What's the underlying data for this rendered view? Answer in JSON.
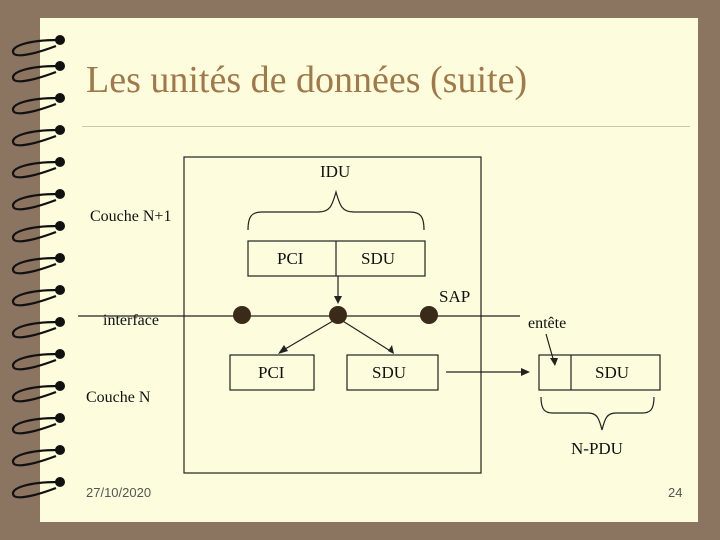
{
  "slide": {
    "title": "Les unités de données (suite)",
    "date": "27/10/2020",
    "page_number": "24"
  },
  "diagram": {
    "idu_label": "IDU",
    "layer_upper_label": "Couche N+1",
    "pci_upper_label": "PCI",
    "sdu_upper_label": "SDU",
    "sap_label": "SAP",
    "interface_label": "interface",
    "entete_label": "entête",
    "pci_lower_label": "PCI",
    "sdu_lower_label": "SDU",
    "pdu_sdu_label": "SDU",
    "layer_lower_label": "Couche N",
    "npdu_label": "N-PDU"
  },
  "colors": {
    "background": "#8b7560",
    "slide": "#fdfcdc",
    "title": "#a0784a",
    "sap_dot": "#3a2a1a"
  }
}
